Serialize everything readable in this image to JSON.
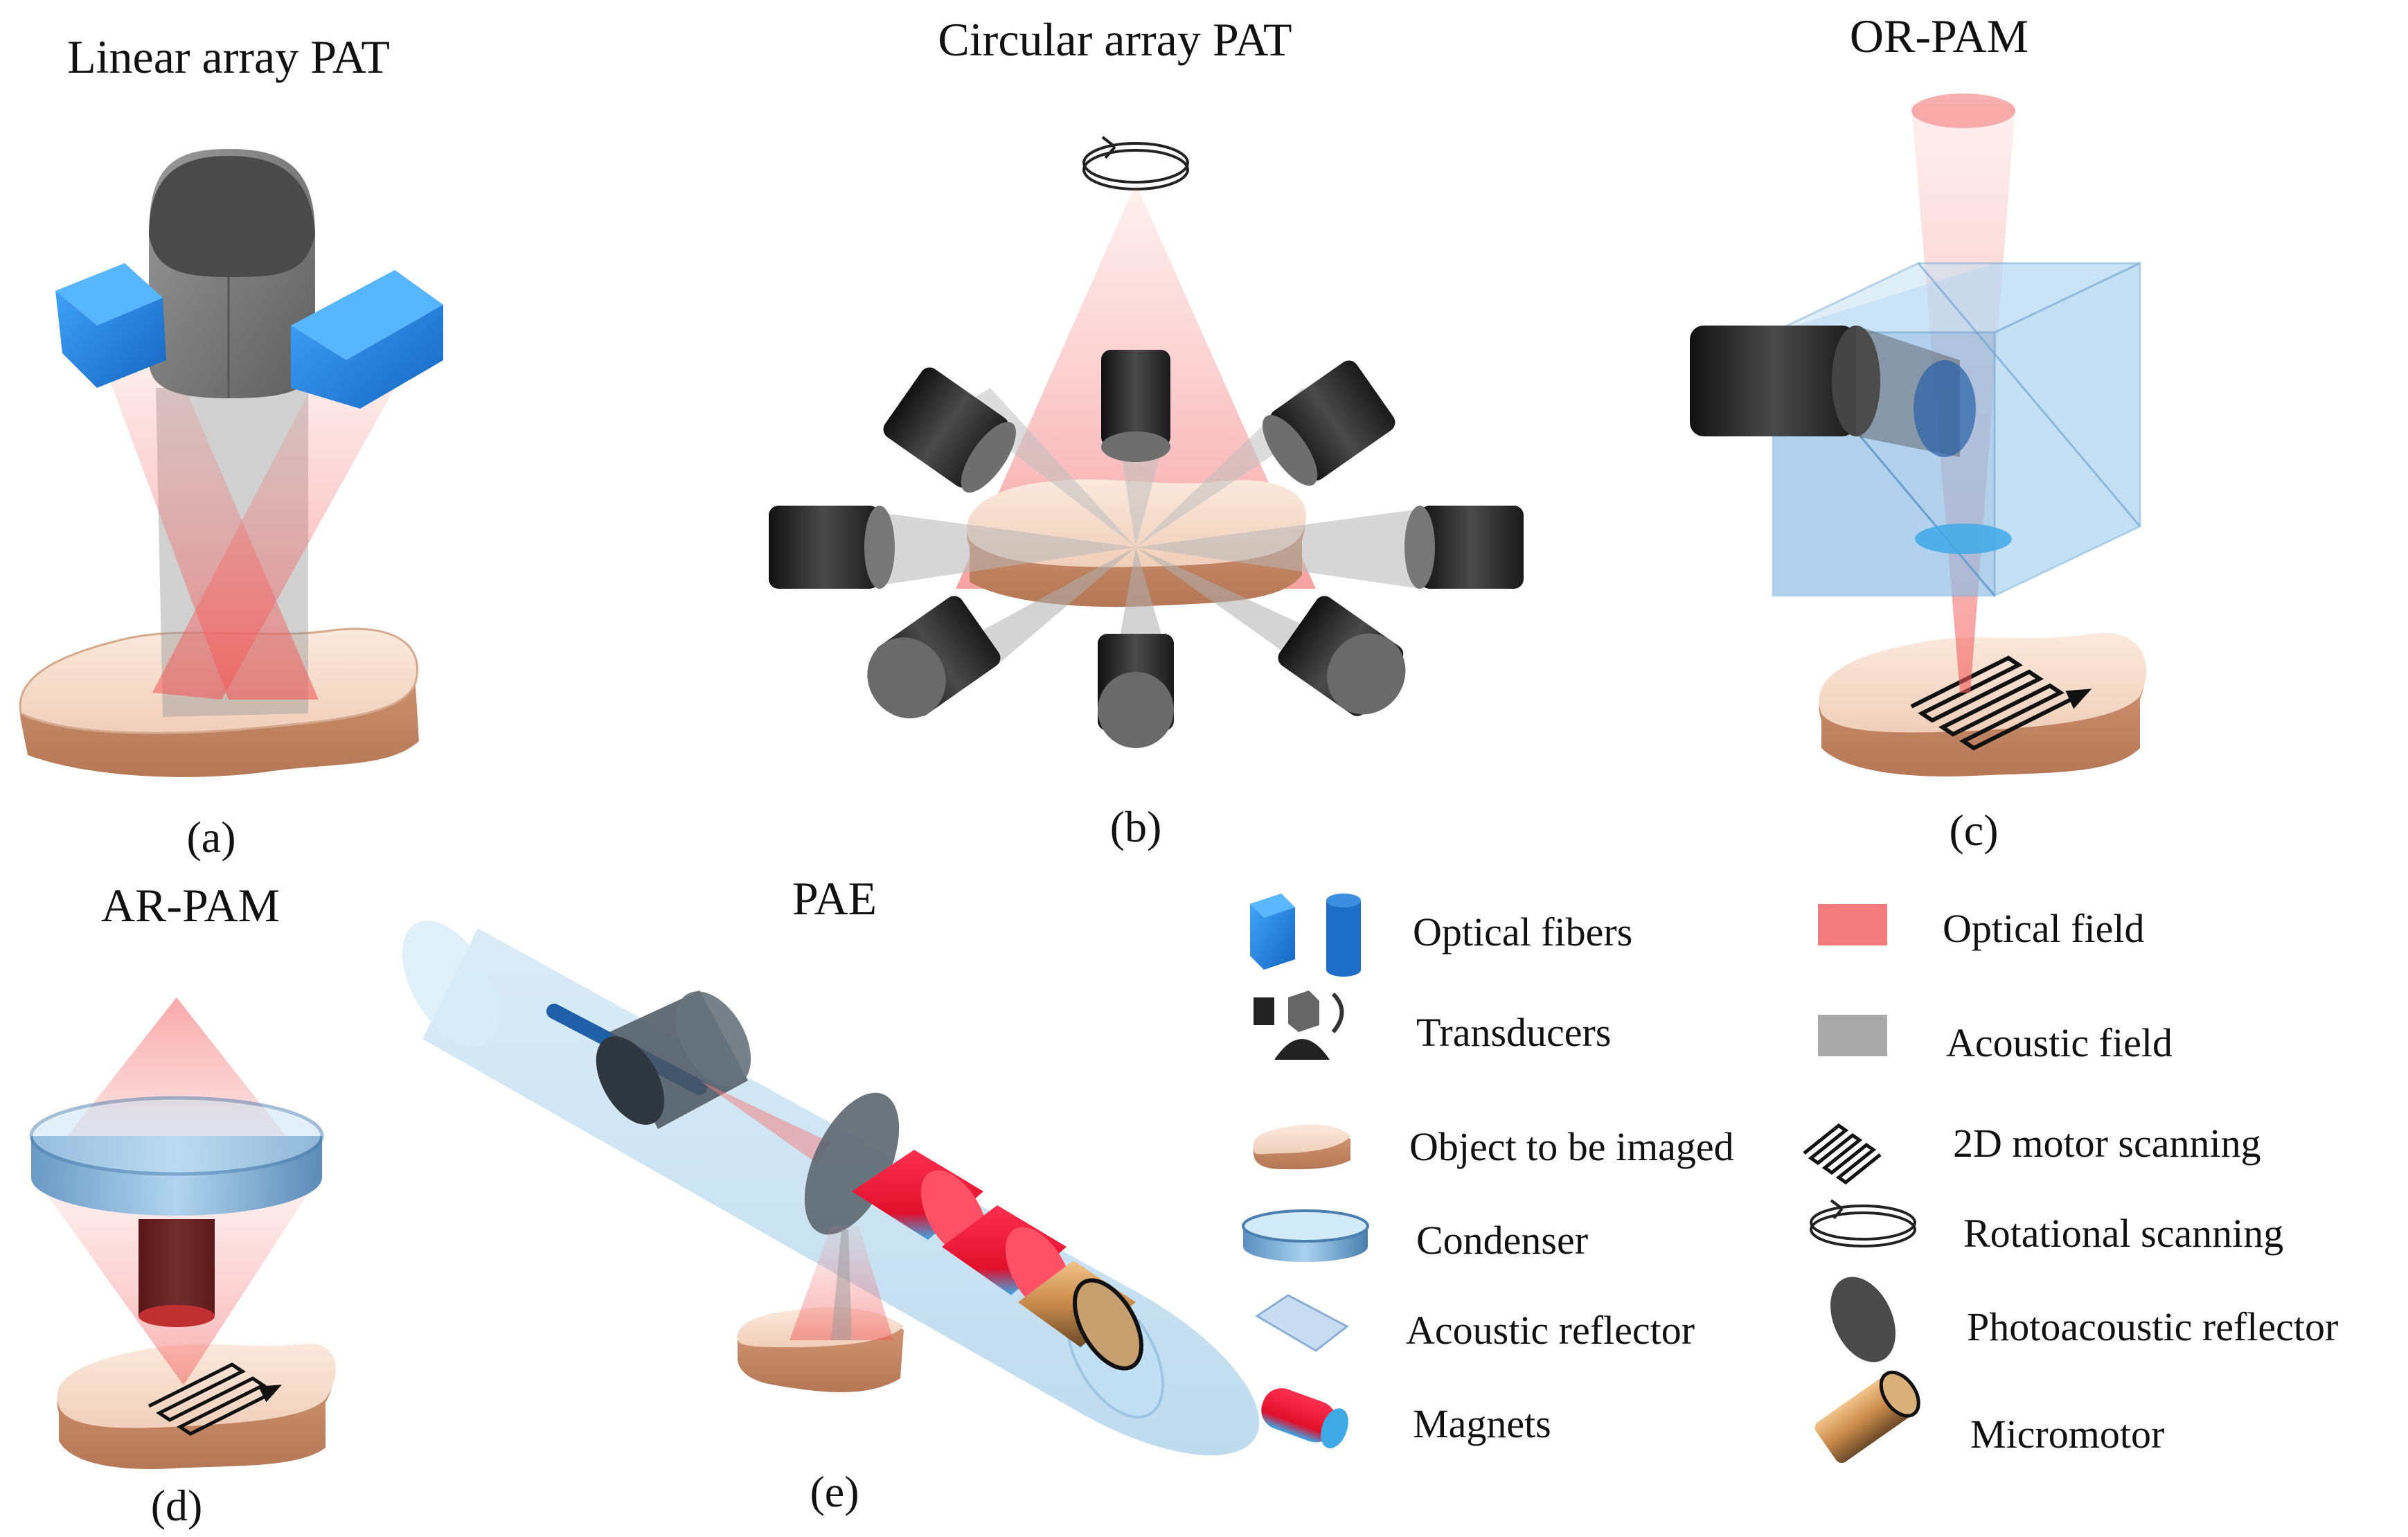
{
  "panels": {
    "a": {
      "title": "Linear array PAT",
      "label": "(a)"
    },
    "b": {
      "title": "Circular array PAT",
      "label": "(b)"
    },
    "c": {
      "title": "OR-PAM",
      "label": "(c)"
    },
    "d": {
      "title": "AR-PAM",
      "label": "(d)"
    },
    "e": {
      "title": "PAE",
      "label": "(e)"
    }
  },
  "legend": {
    "left": [
      {
        "icon": "optical-fibers-icon",
        "label": "Optical fibers"
      },
      {
        "icon": "transducers-icon",
        "label": "Transducers"
      },
      {
        "icon": "object-icon",
        "label": "Object to be imaged"
      },
      {
        "icon": "condenser-icon",
        "label": "Condenser"
      },
      {
        "icon": "acoustic-reflector-icon",
        "label": "Acoustic reflector"
      },
      {
        "icon": "magnets-icon",
        "label": "Magnets"
      }
    ],
    "right": [
      {
        "icon": "optical-field-icon",
        "label": "Optical field"
      },
      {
        "icon": "acoustic-field-icon",
        "label": "Acoustic field"
      },
      {
        "icon": "motor-scanning-icon",
        "label": "2D motor scanning"
      },
      {
        "icon": "rotational-scanning-icon",
        "label": "Rotational scanning"
      },
      {
        "icon": "photoacoustic-reflector-icon",
        "label": "Photoacoustic reflector"
      },
      {
        "icon": "micromotor-icon",
        "label": "Micromotor"
      }
    ]
  },
  "colors": {
    "optical_field": "#f47c7c",
    "acoustic_field": "#a9a9a9",
    "fiber_blue": "#2a8fe0",
    "tissue": "#f3d9c8",
    "tissue_edge": "#c08868",
    "transducer_dark": "#3a3a3a",
    "condenser_blue": "#7ab6e0",
    "magnet_red": "#e8203a",
    "micromotor_gold": "#d9a066"
  }
}
